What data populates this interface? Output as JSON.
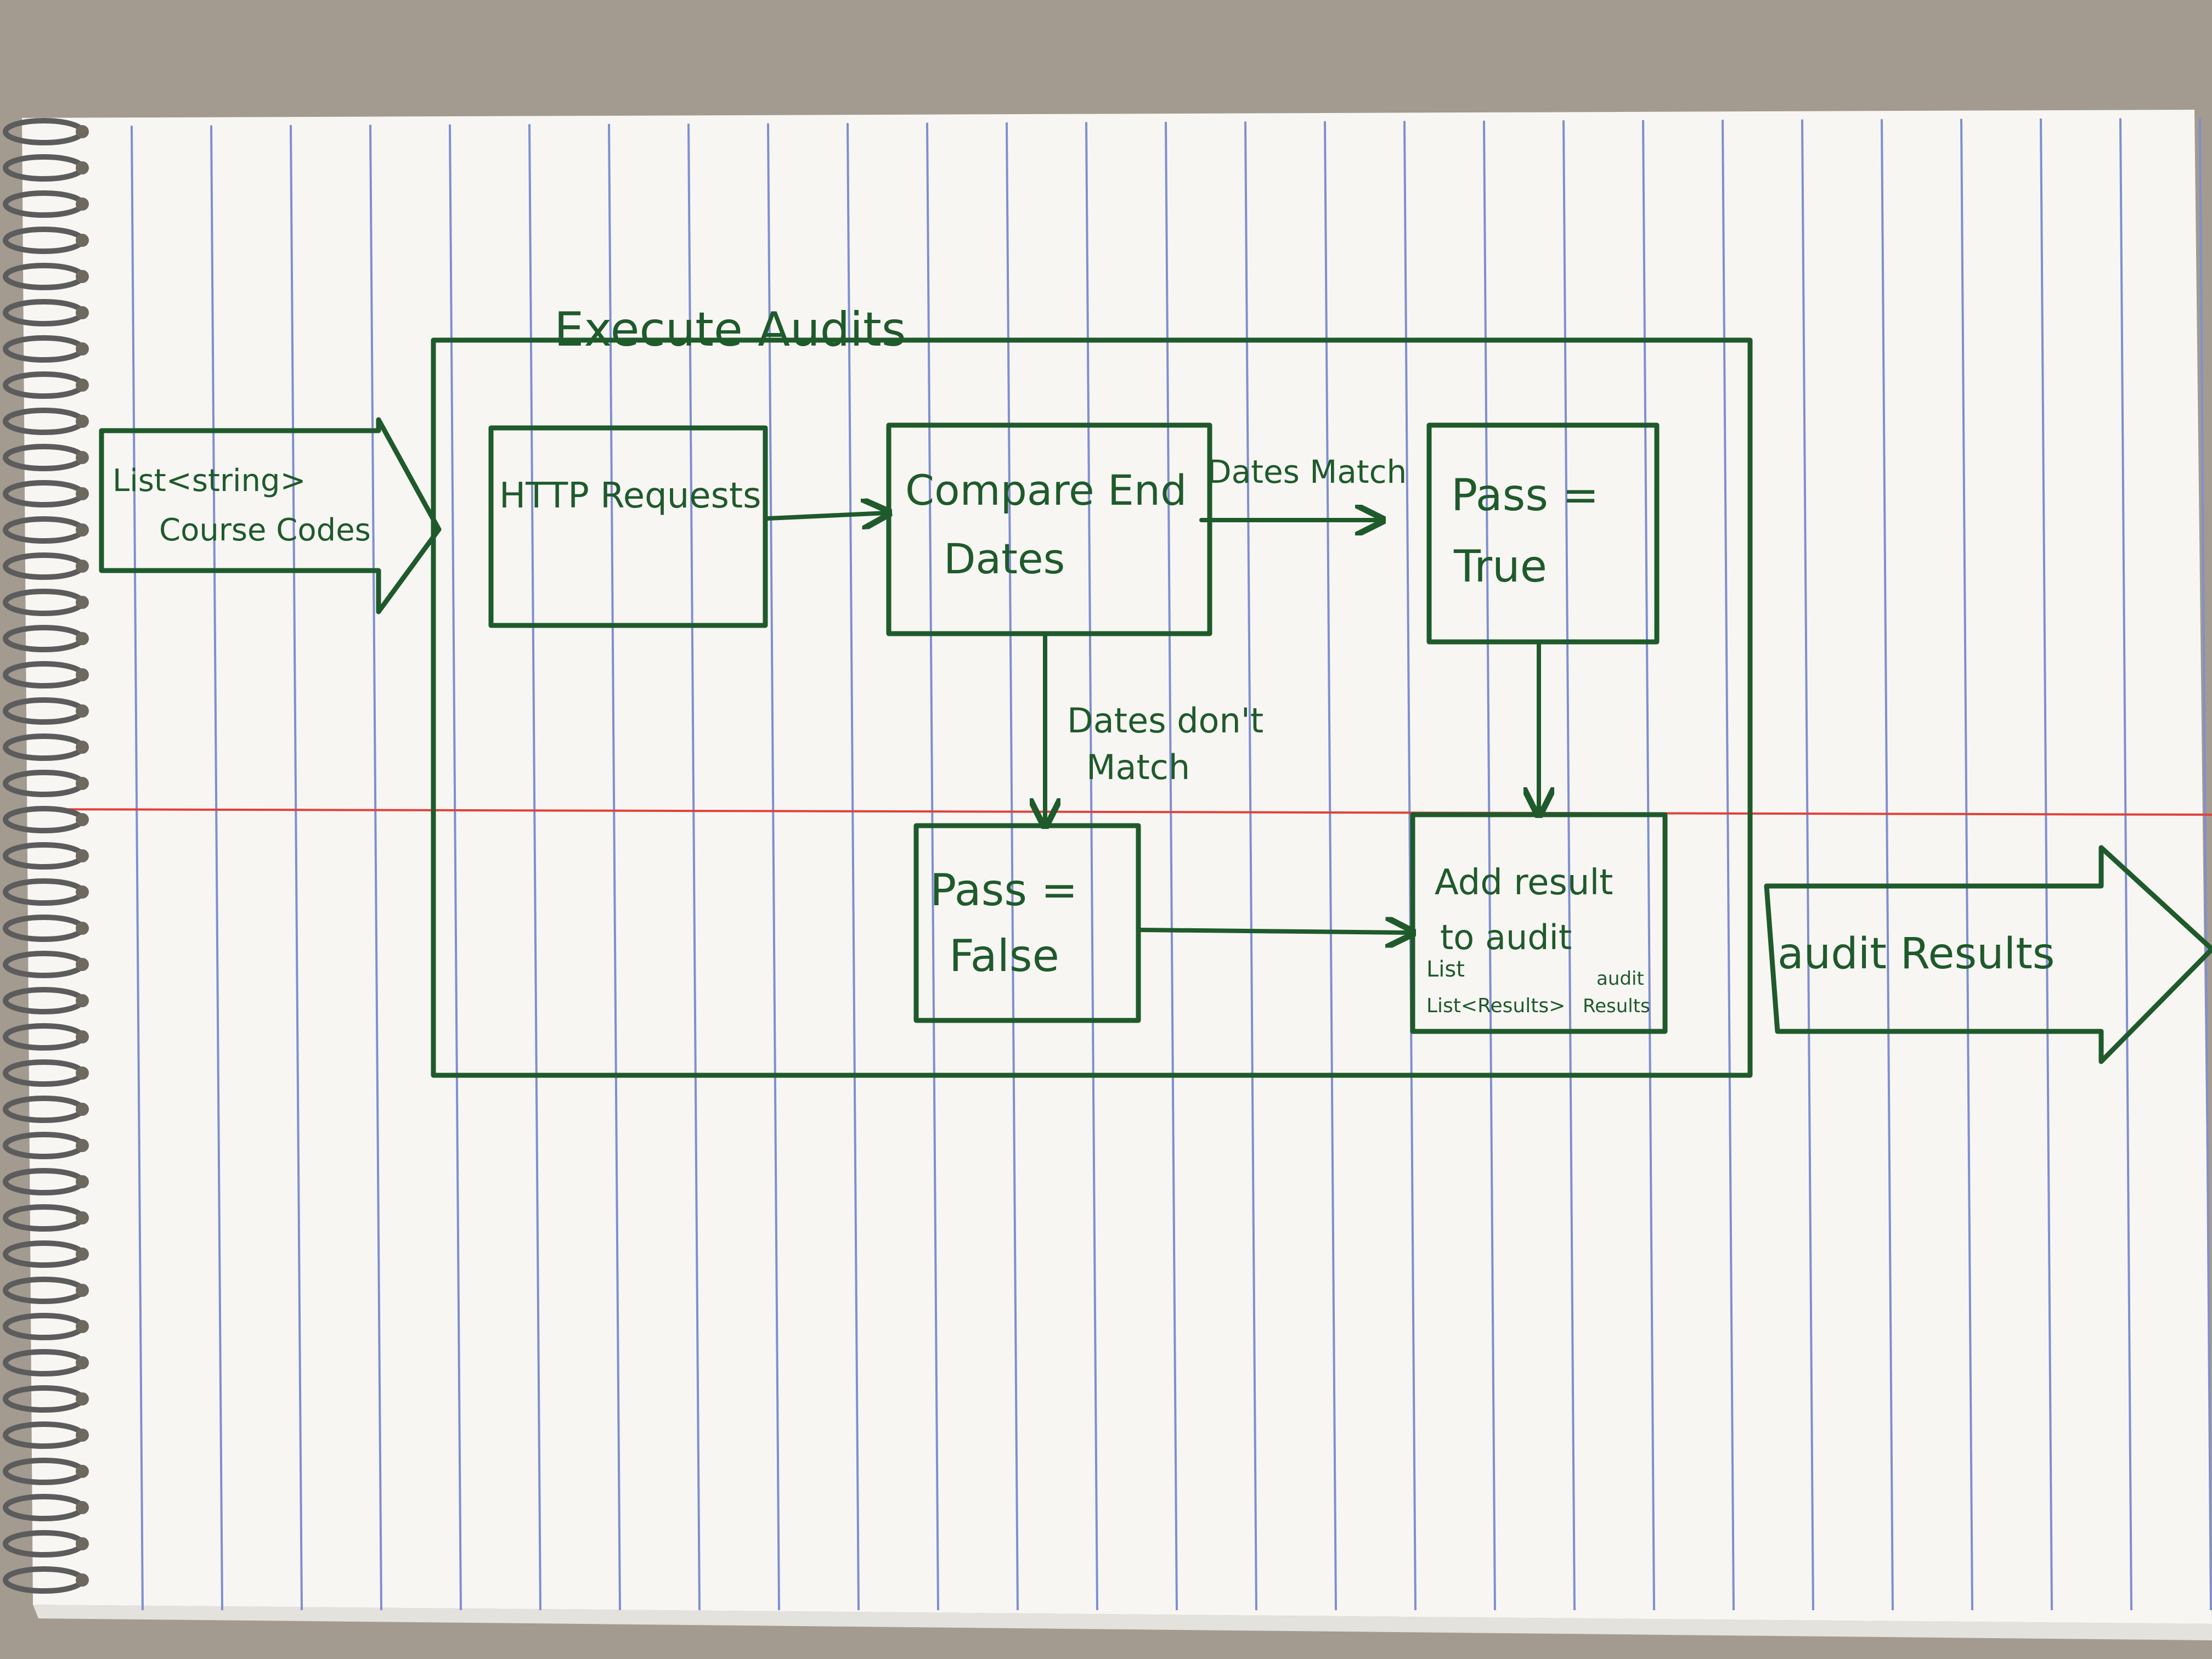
{
  "diagram": {
    "container_title": "Execute Audits",
    "input_arrow": {
      "line1": "List<string>",
      "line2": "Course Codes"
    },
    "nodes": {
      "http_requests": "HTTP Requests",
      "compare_dates": {
        "line1": "Compare End",
        "line2": "Dates"
      },
      "pass_true": {
        "line1": "Pass =",
        "line2": "True"
      },
      "pass_false": {
        "line1": "Pass =",
        "line2": "False"
      },
      "add_result": {
        "line1": "Add result",
        "line2": "to audit",
        "line3": "List",
        "line4": "List<Results>",
        "line5": "audit",
        "line6": "Results"
      }
    },
    "edges": {
      "dates_match": "Dates Match",
      "dates_dont_match": {
        "line1": "Dates don't",
        "line2": "Match"
      }
    },
    "output_arrow": "audit Results"
  },
  "colors": {
    "ink": "#1f5a2b",
    "paper": "#f7f6f3",
    "rule_blue": "#7f8fcf",
    "margin_red": "#e0413c",
    "desk": "#9e968c"
  }
}
